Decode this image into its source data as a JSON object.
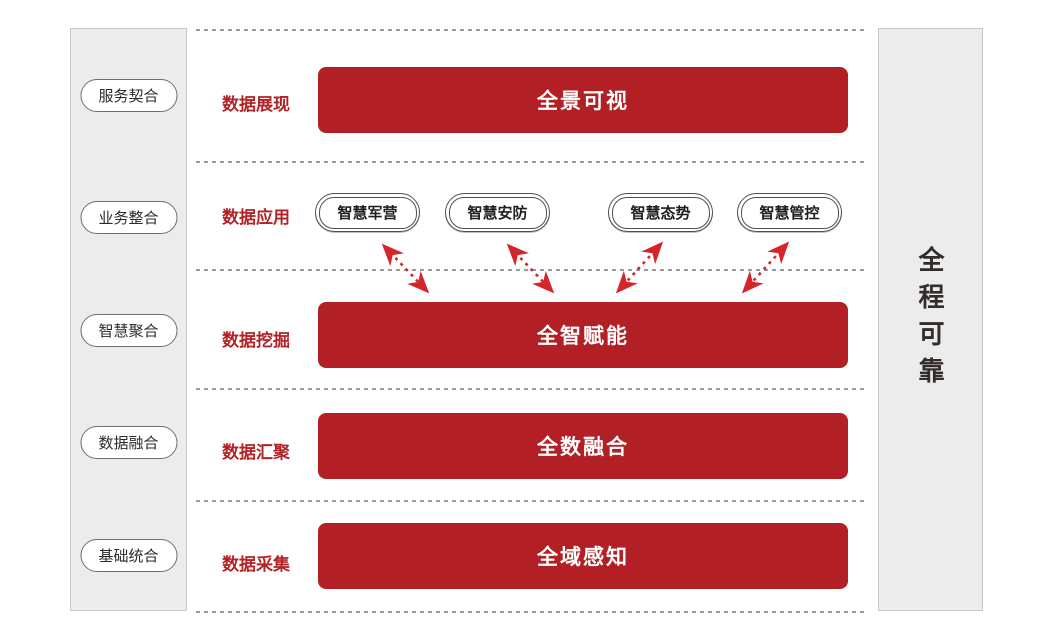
{
  "colors": {
    "bar_red": "#b21f24",
    "label_red": "#b22328",
    "arrow_red": "#d5252b",
    "panel_bg": "#ececec",
    "panel_border": "#c8c8c8",
    "dotted_line": "#9a9a9a"
  },
  "left_panel": {
    "stages": [
      {
        "label": "服务契合"
      },
      {
        "label": "业务整合"
      },
      {
        "label": "智慧聚合"
      },
      {
        "label": "数据融合"
      },
      {
        "label": "基础统合"
      }
    ]
  },
  "right_panel": {
    "label": "全程可靠"
  },
  "rows": [
    {
      "label": "数据展现",
      "bar": "全景可视"
    },
    {
      "label": "数据应用",
      "apps": [
        {
          "label": "智慧军营"
        },
        {
          "label": "智慧安防"
        },
        {
          "label": "智慧态势"
        },
        {
          "label": "智慧管控"
        }
      ]
    },
    {
      "label": "数据挖掘",
      "bar": "全智赋能"
    },
    {
      "label": "数据汇聚",
      "bar": "全数融合"
    },
    {
      "label": "数据采集",
      "bar": "全域感知"
    }
  ]
}
